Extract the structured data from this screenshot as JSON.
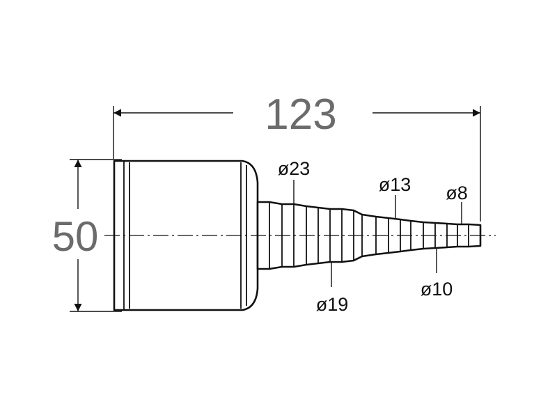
{
  "drawing": {
    "overall_length": "123",
    "body_diameter": "50",
    "diameters": {
      "d23": "ø23",
      "d13": "ø13",
      "d8": "ø8",
      "d19": "ø19",
      "d10": "ø10"
    }
  }
}
